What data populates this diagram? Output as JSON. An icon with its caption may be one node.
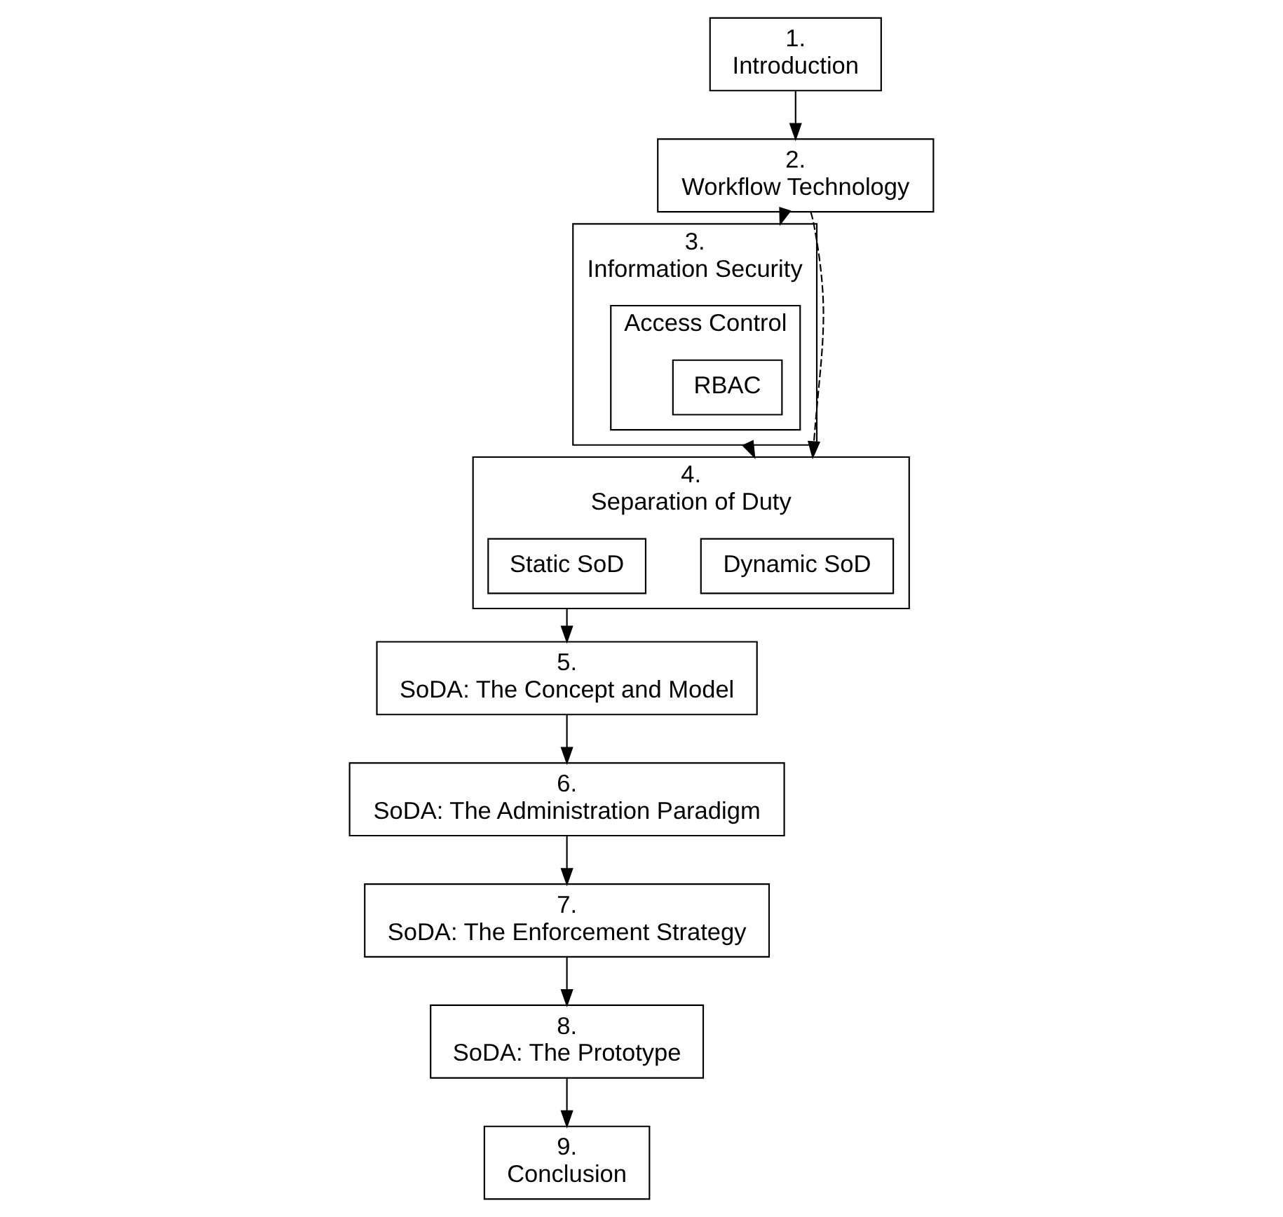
{
  "diagram": {
    "nodes": [
      {
        "text": [
          "1.",
          "Introduction"
        ]
      },
      {
        "text": [
          "2.",
          "Workflow Technology"
        ]
      },
      {
        "text": [
          "3.",
          "Information Security"
        ]
      },
      {
        "text": [
          "Access Control"
        ],
        "in": 2
      },
      {
        "text": [
          "RBAC"
        ],
        "in": 3
      },
      {
        "text": [
          "4.",
          "Separation of Duty"
        ]
      },
      {
        "text": [
          "Dynamic SoD"
        ],
        "in": 5
      },
      {
        "text": [
          "Static SoD"
        ],
        "in": 5
      },
      {
        "text": [
          "5.",
          "SoDA: The Concept and Model"
        ]
      },
      {
        "text": [
          "6.",
          "SoDA: The Administration Paradigm"
        ]
      },
      {
        "text": [
          "7.",
          "SoDA: The Enforcement Strategy"
        ]
      },
      {
        "text": [
          "8.",
          "SoDA: The Prototype"
        ]
      },
      {
        "text": [
          "9.",
          "Conclusion"
        ]
      }
    ],
    "edges": [
      {
        "from": 0,
        "to": 1,
        "arrow": "to"
      },
      {
        "from": 1,
        "to": 2,
        "arrow": "to"
      },
      {
        "from": 1,
        "to": 5,
        "arrow": "to",
        "style": "dashed"
      },
      {
        "from": 2,
        "to": 5,
        "arrow": "to"
      },
      {
        "from": 5,
        "to": 8,
        "arrow": "to"
      },
      {
        "from": 8,
        "to": 9,
        "arrow": "to"
      },
      {
        "from": 9,
        "to": 10,
        "arrow": "to"
      },
      {
        "from": 10,
        "to": 11,
        "arrow": "to"
      },
      {
        "from": 11,
        "to": 12,
        "arrow": "to"
      }
    ]
  }
}
